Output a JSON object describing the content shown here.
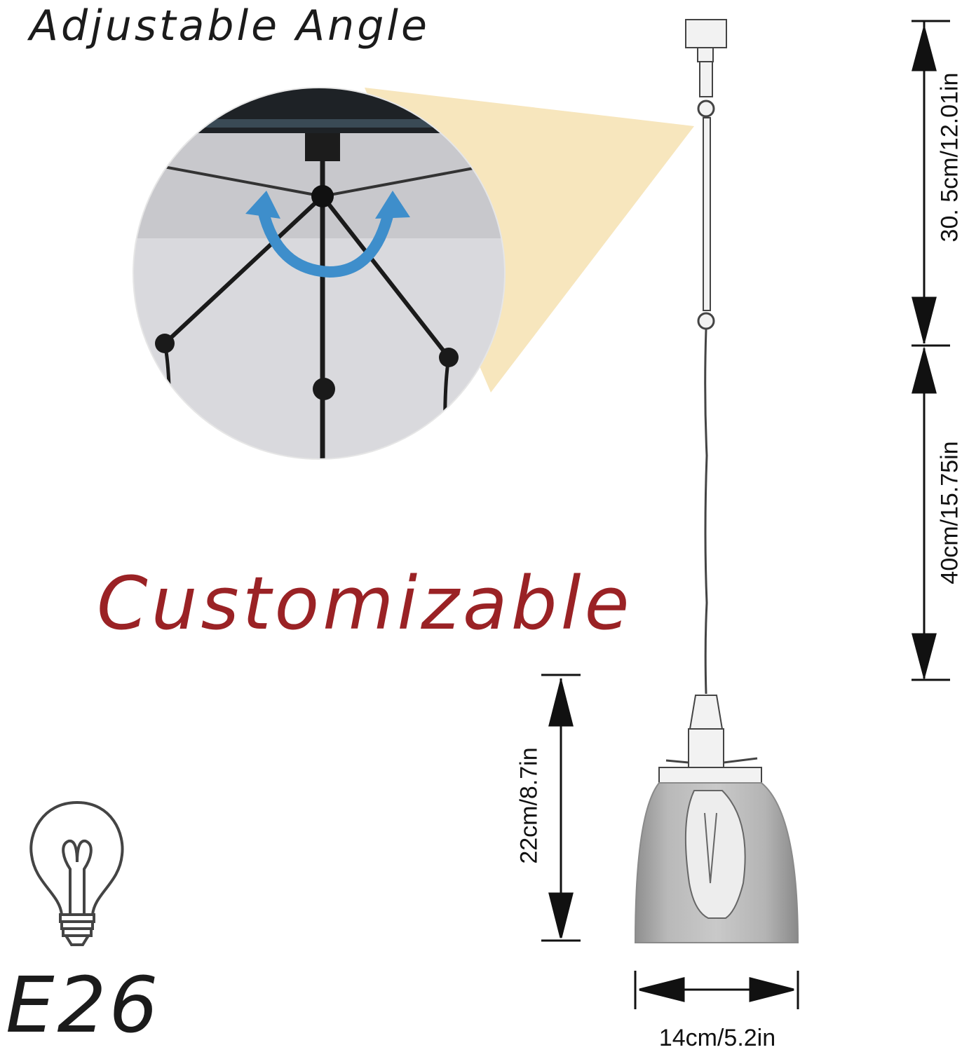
{
  "heading_angle": "Adjustable Angle",
  "heading_custom": "Customizable",
  "bulb": {
    "base_type": "E26",
    "icon": "light-bulb-icon"
  },
  "dimensions": {
    "top_segment": "30. 5cm/12.01in",
    "middle_segment": "40cm/15.75in",
    "shade_height": "22cm/8.7in",
    "shade_width": "14cm/5.2in"
  },
  "colors": {
    "heading_custom": "#9a2225",
    "arrow": "#3e8ecb",
    "highlight_cone": "#f7e6bd"
  }
}
